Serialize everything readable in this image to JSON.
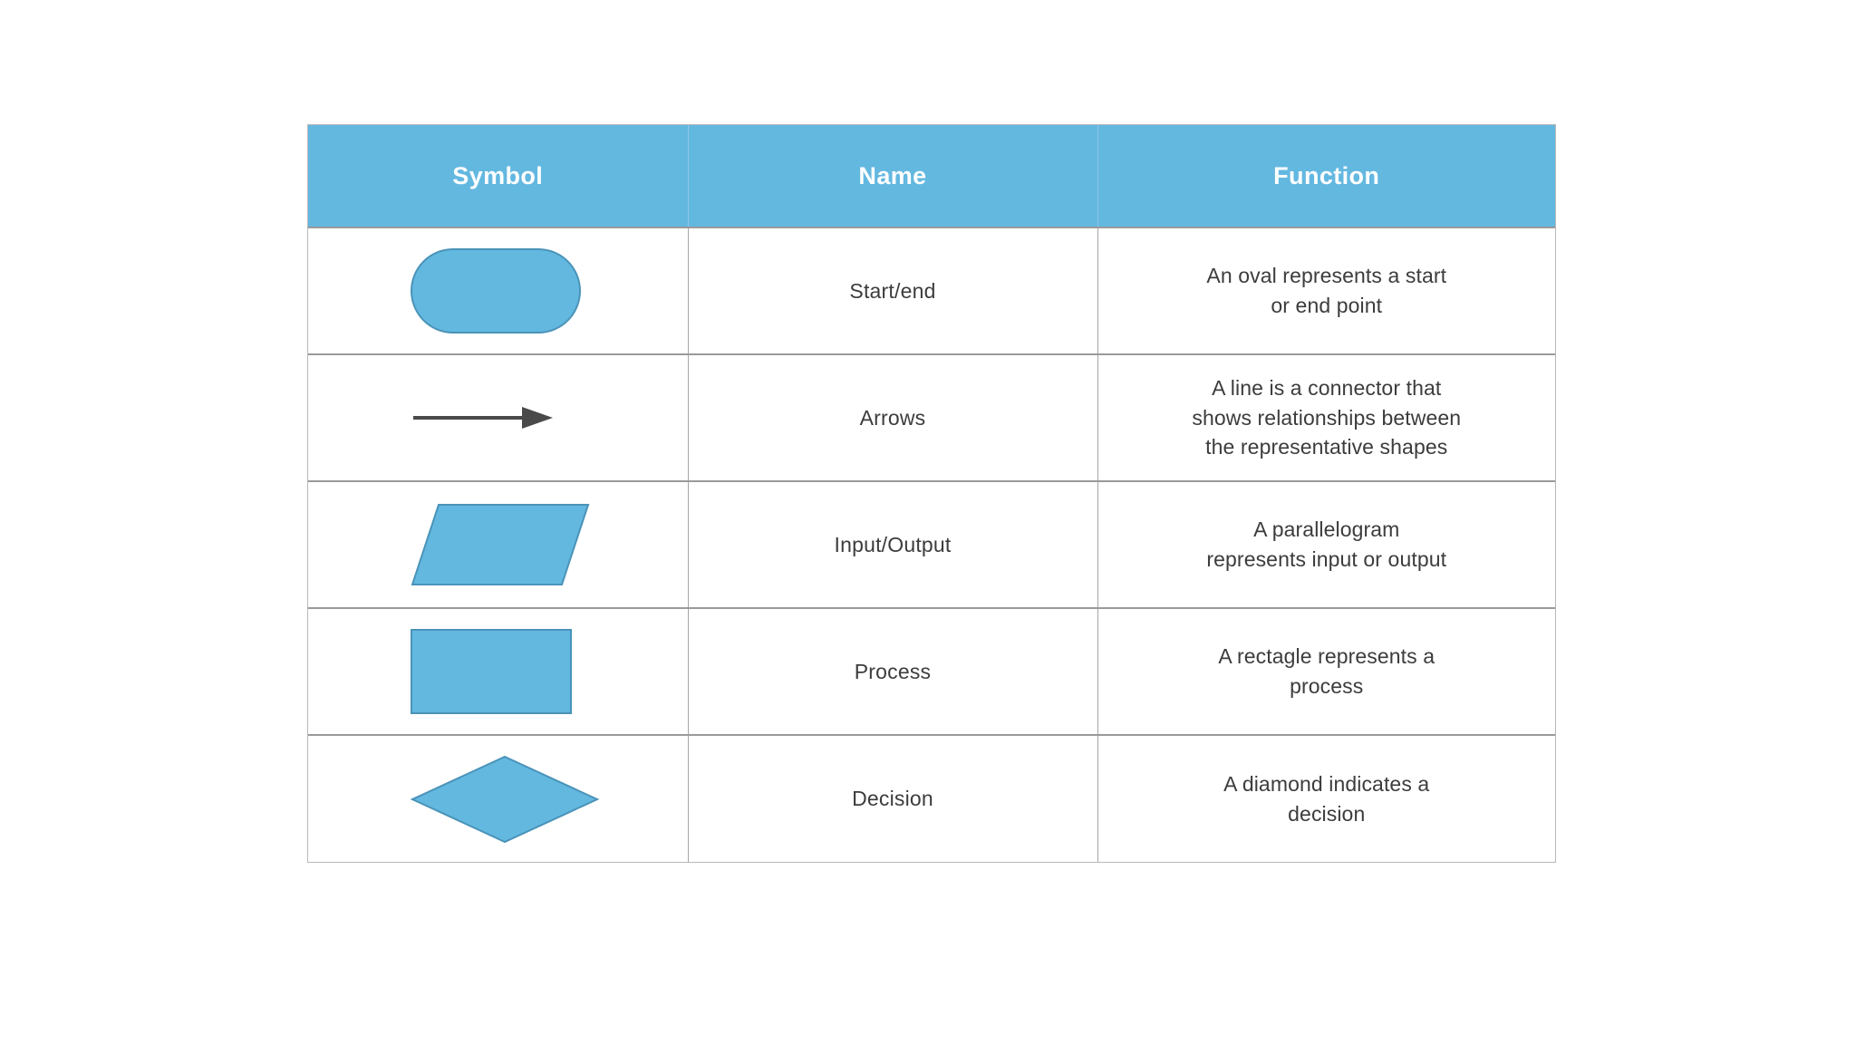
{
  "table": {
    "headers": [
      {
        "label": "Symbol",
        "name": "symbol"
      },
      {
        "label": "Name",
        "name": "name"
      },
      {
        "label": "Function",
        "name": "function"
      }
    ],
    "rows": [
      {
        "symbol_icon": "rounded-rectangle-shape",
        "name": "Start/end",
        "function": "An oval represents a start\nor end point"
      },
      {
        "symbol_icon": "arrow-right-shape",
        "name": "Arrows",
        "function": "A line is a connector that\nshows relationships between\nthe representative shapes"
      },
      {
        "symbol_icon": "parallelogram-shape",
        "name": "Input/Output",
        "function": "A parallelogram\nrepresents input or output"
      },
      {
        "symbol_icon": "rectangle-shape",
        "name": "Process",
        "function": "A rectagle represents a\nprocess"
      },
      {
        "symbol_icon": "diamond-shape",
        "name": "Decision",
        "function": "A diamond indicates a\ndecision"
      }
    ]
  },
  "colors": {
    "header_background": "#63b8e0",
    "header_text": "#ffffff",
    "shape_fill": "#63b8e0",
    "shape_stroke": "#4a93b8",
    "arrow": "#4a4a4a",
    "grid_line": "#9a9a9a",
    "body_text": "#3d3d3d",
    "page_background": "#ffffff"
  }
}
